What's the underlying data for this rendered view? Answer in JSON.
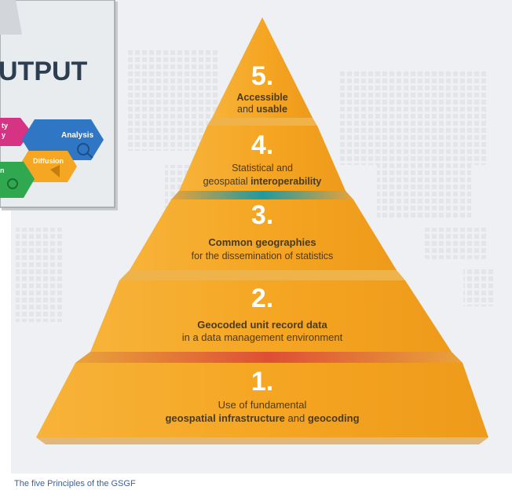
{
  "inset": {
    "heading": "UTPUT",
    "labels": {
      "quality": [
        "ty",
        "y"
      ],
      "analysis": "Analysis",
      "diffusion": "Diffusion",
      "left": "n"
    }
  },
  "pyramid": {
    "tier5": {
      "number": "5.",
      "line1": "Accessible",
      "line2_normal": "and ",
      "line2_bold": "usable"
    },
    "tier4": {
      "number": "4.",
      "line1": "Statistical and",
      "line2_normal": "geospatial ",
      "line2_bold": "interoperability"
    },
    "tier3": {
      "number": "3.",
      "line1": "Common geographies",
      "line2": "for the dissemination of statistics"
    },
    "tier2": {
      "number": "2.",
      "line1": "Geocoded unit record data",
      "line2": "in a data management environment"
    },
    "tier1": {
      "number": "1.",
      "line1": "Use of fundamental",
      "line2_bold_a": "geospatial infrastructure",
      "line2_normal": " and ",
      "line2_bold_b": "geocoding"
    }
  },
  "caption": "The five Principles of the GSGF",
  "colors": {
    "tier_orange": "#f5a623",
    "tier_dark": "#dc8a12",
    "band_red": "#e0573a",
    "band_teal": "#1f9aa0",
    "map_dots": "#e4e6ea",
    "background": "#eef0f3",
    "caption": "#3b5f9a"
  }
}
